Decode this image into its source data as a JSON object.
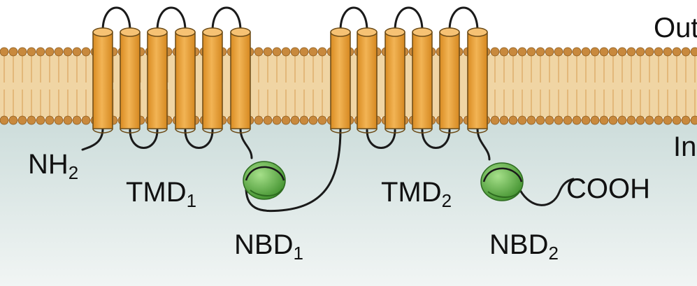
{
  "labels": {
    "out": "Out",
    "in": "In",
    "nh2": {
      "main": "NH",
      "sub": "2"
    },
    "tmd1": {
      "main": "TMD",
      "sub": "1"
    },
    "tmd2": {
      "main": "TMD",
      "sub": "2"
    },
    "nbd1": {
      "main": "NBD",
      "sub": "1"
    },
    "nbd2": {
      "main": "NBD",
      "sub": "2"
    },
    "cooh": "COOH"
  },
  "colors": {
    "membrane_head": "#c8893d",
    "membrane_core": "#f3d9a8",
    "helix": "#eaa23b",
    "helix_stroke": "#6b4a16",
    "cytoplasm": "#d9e6e3",
    "nbd": "#5fb24a",
    "line": "#1a1a1a"
  },
  "structure": {
    "tmd_count": 2,
    "helices_per_tmd": 6,
    "nbd_count": 2
  }
}
